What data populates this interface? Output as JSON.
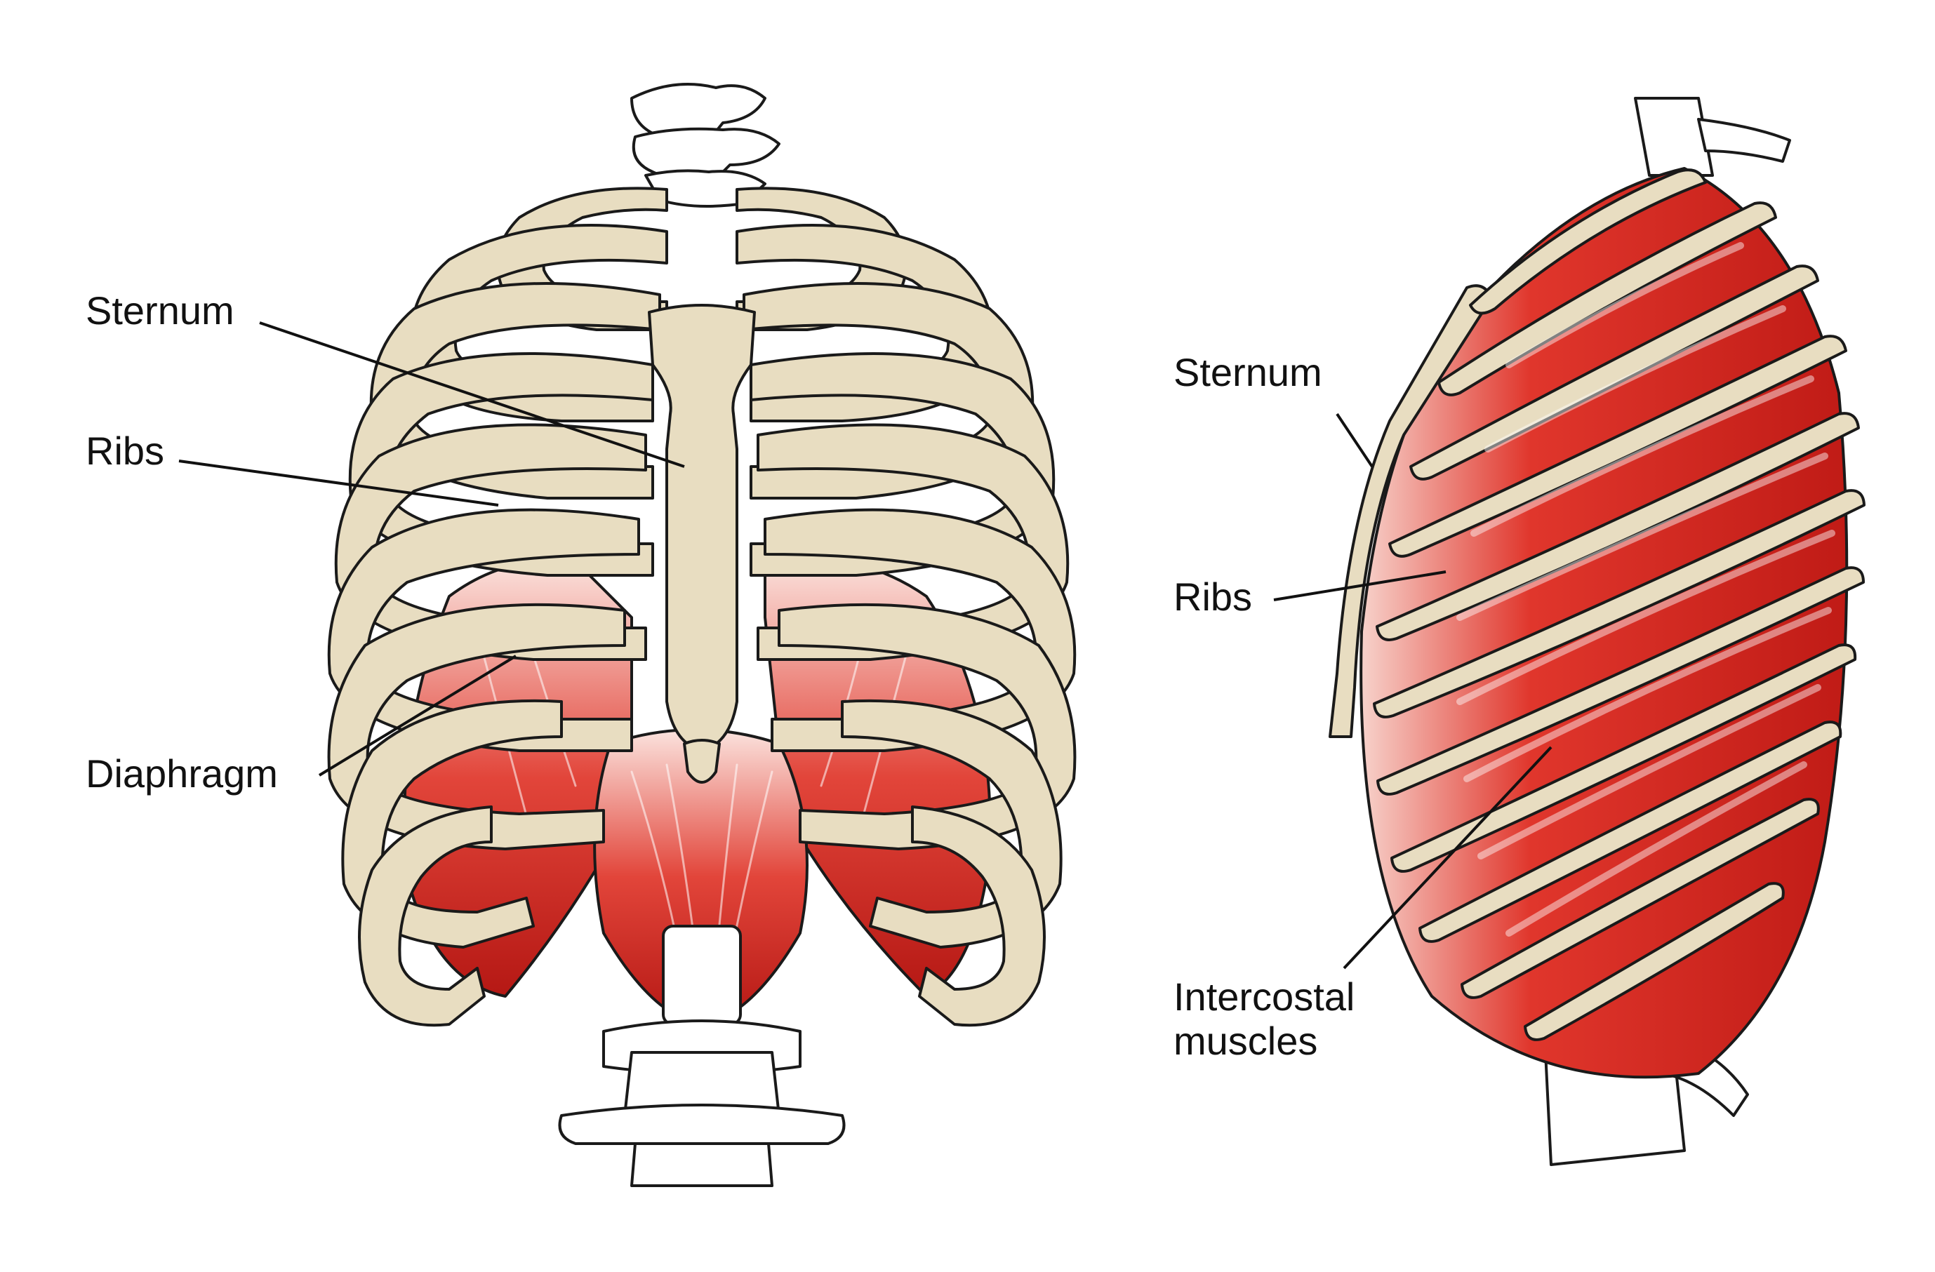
{
  "labels": {
    "front_sternum": "Sternum",
    "front_ribs": "Ribs",
    "front_diaphragm": "Diaphragm",
    "side_sternum": "Sternum",
    "side_ribs": "Ribs",
    "side_intercostal": "Intercostal\nmuscles"
  },
  "colors": {
    "bone": "#e8ddc1",
    "muscle": "#d9231f",
    "muscle_light": "#f4c6bf",
    "outline": "#1a1a1a"
  }
}
